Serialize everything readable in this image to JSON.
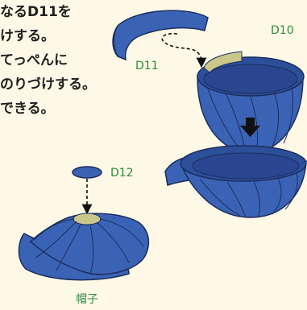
{
  "instructions": [
    "なるD11を",
    "けする。",
    "てっぺんに",
    "のりづけする。",
    "できる。"
  ],
  "labels": {
    "d10": "D10",
    "d11": "D11",
    "d12": "D12",
    "hat": "帽子"
  },
  "colors": {
    "background": "#fdf9e6",
    "part_blue": "#3a63b5",
    "part_dark": "#253f80",
    "glue": "#c9c88a",
    "label_green": "#2e8b3a"
  }
}
